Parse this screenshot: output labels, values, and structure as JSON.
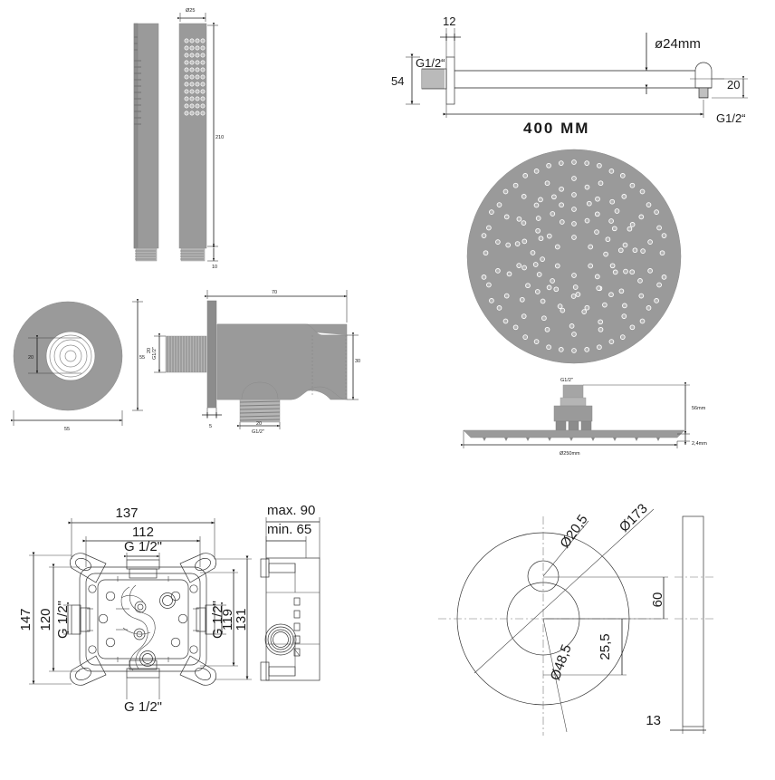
{
  "document": {
    "type": "technical-dimension-drawing",
    "subject": "Concealed shower set — dimensional drawings",
    "background_color": "#ffffff",
    "line_color": "#1a1a1a",
    "fill_gray": "#9a9a9a"
  },
  "panels": [
    {
      "id": "hand-shower",
      "name": "hand-shower-drawing",
      "dimensions": {
        "diameter_top": "Ø25",
        "length": "210",
        "base": "10"
      }
    },
    {
      "id": "shower-arm",
      "name": "shower-arm-drawing",
      "dimensions": {
        "flange_thickness": "12",
        "flange_height": "54",
        "thread_wall": "G1/2“",
        "tube_diameter": "ø24mm",
        "outlet_height": "20",
        "thread_outlet": "G1/2“",
        "length": "400 MM"
      }
    },
    {
      "id": "shower-head-top",
      "name": "shower-head-top-view",
      "dimensions": {}
    },
    {
      "id": "shower-head-side",
      "name": "shower-head-side-view",
      "dimensions": {
        "thread": "G1/2\"",
        "height": "56mm",
        "diameter": "Ø250mm",
        "plate_thickness": "2,4mm"
      }
    },
    {
      "id": "wall-outlet-front",
      "name": "wall-outlet-front-view",
      "dimensions": {
        "inner": "20",
        "outer_h": "55",
        "outer_v": "55"
      }
    },
    {
      "id": "wall-bracket-side",
      "name": "wall-bracket-side-view",
      "dimensions": {
        "projection": "70",
        "thread_in": "20",
        "thread_in_size": "G1/2\"",
        "body_height": "30",
        "flange_thickness": "5",
        "outlet": "20",
        "outlet_size": "G1/2\""
      }
    },
    {
      "id": "valve-body-front",
      "name": "valve-body-front-view",
      "dimensions": {
        "width_outer": "137",
        "width_inner": "112",
        "height_outer": "147",
        "height_inner": "120",
        "height_right_inner": "119",
        "height_right_outer": "131",
        "port_top": "G 1/2\"",
        "port_left": "G 1/2\"",
        "port_right": "G 1/2\"",
        "port_bottom": "G 1/2\""
      }
    },
    {
      "id": "valve-body-side",
      "name": "valve-body-side-view",
      "dimensions": {
        "depth_max": "max. 90",
        "depth_min": "min. 65"
      }
    },
    {
      "id": "cover-plate-front",
      "name": "cover-plate-front-view",
      "dimensions": {
        "outer_diameter": "Ø173",
        "small_hole": "Ø20,5",
        "large_hole": "Ø48,5",
        "offset_vertical": "60",
        "offset_center": "25,5"
      }
    },
    {
      "id": "cover-plate-side",
      "name": "cover-plate-side-view",
      "dimensions": {
        "thickness": "13"
      }
    }
  ],
  "labels": {
    "hand_shower_dia": "Ø25",
    "hand_shower_len": "210",
    "hand_shower_base": "10",
    "arm_12": "12",
    "arm_54": "54",
    "arm_g12_wall": "G1/2“",
    "arm_d24": "ø24mm",
    "arm_20": "20",
    "arm_g12_out": "G1/2“",
    "arm_400": "400 MM",
    "head_g12": "G1/2\"",
    "head_56": "56mm",
    "head_d250": "Ø250mm",
    "head_24": "2,4mm",
    "outlet_20": "20",
    "outlet_55h": "55",
    "outlet_55v": "55",
    "bracket_70": "70",
    "bracket_20a": "20",
    "bracket_g12a": "G1/2\"",
    "bracket_30": "30",
    "bracket_5": "5",
    "bracket_20b": "20",
    "bracket_g12b": "G1/2\"",
    "valve_137": "137",
    "valve_112": "112",
    "valve_147": "147",
    "valve_120": "120",
    "valve_119": "119",
    "valve_131": "131",
    "valve_g12_top": "G 1/2\"",
    "valve_g12_left": "G 1/2\"",
    "valve_g12_right": "G 1/2\"",
    "valve_g12_bottom": "G 1/2\"",
    "valve_max": "max. 90",
    "valve_min": "min. 65",
    "plate_d173": "Ø173",
    "plate_d205": "Ø20,5",
    "plate_d485": "Ø48,5",
    "plate_60": "60",
    "plate_255": "25,5",
    "plate_13": "13"
  }
}
